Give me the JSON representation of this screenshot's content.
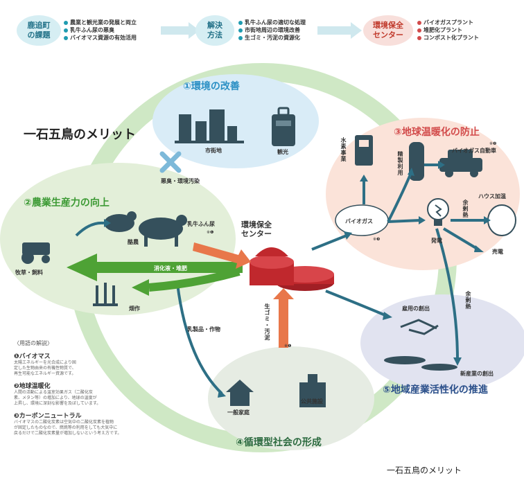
{
  "header": {
    "box1": {
      "label_l1": "鹿追町",
      "label_l2": "の課題",
      "color": "#1f9bb0",
      "items": [
        "農業と観光業の発展と両立",
        "乳牛ふん尿の悪臭",
        "バイオマス資源の有効活用"
      ]
    },
    "box2": {
      "label_l1": "解決",
      "label_l2": "方法",
      "color": "#1f9bb0",
      "items": [
        "乳牛ふん尿の適切な処理",
        "市街地周辺の環境改善",
        "生ゴミ・汚泥の資源化"
      ]
    },
    "box3": {
      "label_l1": "環境保全",
      "label_l2": "センター",
      "color": "#d24a4a",
      "items": [
        "バイオガスプラント",
        "堆肥化プラント",
        "コンポスト化プラント"
      ]
    }
  },
  "merit_title": "一石五鳥のメリット",
  "footer_caption": "一石五鳥のメリット",
  "sections": {
    "s1": {
      "title": "①環境の改善",
      "labels": {
        "city": "市街地",
        "tourism": "観光"
      }
    },
    "s2": {
      "title": "②農業生産力の向上",
      "labels": {
        "dairy": "酪農",
        "forage": "牧草・飼料",
        "farming": "畑作"
      }
    },
    "s3": {
      "title": "③地球温暖化の防止",
      "labels": {
        "car": "バイオガス自動車",
        "greenhouse": "ハウス加温",
        "power": "発電",
        "sell": "売電",
        "biogas": "バイオガス",
        "hydrogen": "水素事業",
        "refine": "精製利用",
        "surplus_heat": "余剰熱"
      }
    },
    "s4": {
      "title": "④循環型社会の形成",
      "labels": {
        "home": "一般家庭",
        "public": "公共施設"
      }
    },
    "s5": {
      "title": "⑤地域産業活性化の推進",
      "labels": {
        "jobs": "雇用の創出",
        "newind": "新産業の創出"
      }
    }
  },
  "center": {
    "label_l1": "環境保全",
    "label_l2": "センター"
  },
  "flows": {
    "odor": "悪臭・環境汚染",
    "manure": "乳牛ふん尿",
    "digestate": "消化液・堆肥",
    "dairy_products": "乳製品・作物",
    "garbage": "生ゴミ・汚泥",
    "surplus_heat": "余剰熱"
  },
  "note_marks": {
    "m1": "※❶",
    "m2": "※❷",
    "m3": "※❸"
  },
  "glossary": {
    "heading": "〈用語の解説〉",
    "items": [
      {
        "title": "❶バイオマス",
        "body_l1": "太陽エネルギーを光合成により固",
        "body_l2": "定した生物由来の有機性物質で、",
        "body_l3": "再生可能なエネルギー資源です。"
      },
      {
        "title": "❷地球温暖化",
        "body_l1": "人間の活動による温室効果ガス（二酸化炭",
        "body_l2": "素、メタン等）の増加により、地球の温度が",
        "body_l3": "上昇し、環境に深刻な影響を及ぼしています。"
      },
      {
        "title": "❸カーボンニュートラル",
        "body_l1": "バイオマスの二酸化炭素は空気中の二酸化炭素を植物",
        "body_l2": "が固定したものなので、燃焼等の利用をしても大気中に",
        "body_l3": "戻るだけで二酸化炭素量が増加しないという考え方です。"
      }
    ]
  },
  "colors": {
    "ring": "#bfe0b4",
    "s1_fill": "#d9ecf7",
    "s2_fill": "#e3efd9",
    "s3_fill": "#fbe3d9",
    "s4_fill": "#e6ece3",
    "s5_fill": "#e1e3f0",
    "teal": "#1f6f86",
    "green_arrow": "#4ea235",
    "orange_arrow": "#e8774a",
    "center_red": "#c0282d"
  }
}
